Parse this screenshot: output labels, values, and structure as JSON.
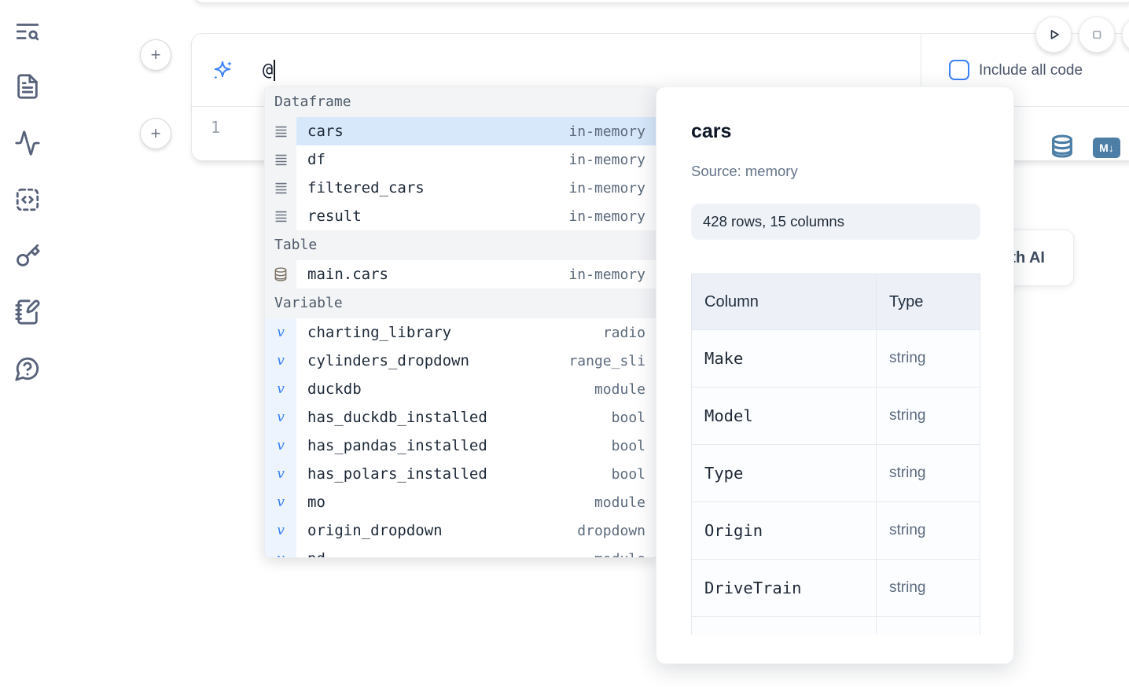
{
  "sidebar": {
    "icons": [
      "text-search-icon",
      "file-text-icon",
      "activity-icon",
      "code-snippets-icon",
      "key-icon",
      "notebook-pen-icon",
      "help-chat-icon"
    ]
  },
  "toolbar": {
    "add_cell_symbol": "+"
  },
  "run_controls": {
    "icons": [
      "play-icon",
      "stop-icon",
      "partial-circle-button"
    ]
  },
  "ai_panel": {
    "prompt_value": "@",
    "include_all_code_label": "Include all code",
    "sparkle_icon": "ai-sparkle-icon"
  },
  "cell": {
    "line_number": "1",
    "markdown_badge": "M↓",
    "icons": [
      "database-icon",
      "markdown-icon"
    ]
  },
  "autocomplete": {
    "sections": [
      {
        "label": "Dataframe",
        "icon": "dataframe-rows-icon",
        "items": [
          {
            "name": "cars",
            "type": "in-memory",
            "selected": true
          },
          {
            "name": "df",
            "type": "in-memory"
          },
          {
            "name": "filtered_cars",
            "type": "in-memory"
          },
          {
            "name": "result",
            "type": "in-memory"
          }
        ]
      },
      {
        "label": "Table",
        "icon": "database-icon",
        "items": [
          {
            "name": "main.cars",
            "type": "in-memory"
          }
        ]
      },
      {
        "label": "Variable",
        "icon": "variable-v-icon",
        "items": [
          {
            "name": "charting_library",
            "type": "radio"
          },
          {
            "name": "cylinders_dropdown",
            "type": "range_sli"
          },
          {
            "name": "duckdb",
            "type": "module"
          },
          {
            "name": "has_duckdb_installed",
            "type": "bool"
          },
          {
            "name": "has_pandas_installed",
            "type": "bool"
          },
          {
            "name": "has_polars_installed",
            "type": "bool"
          },
          {
            "name": "mo",
            "type": "module"
          },
          {
            "name": "origin_dropdown",
            "type": "dropdown"
          },
          {
            "name": "pd",
            "type": "module",
            "clipped": true
          }
        ]
      }
    ]
  },
  "preview_card": {
    "title": "cars",
    "source": "Source: memory",
    "shape_badge": "428 rows, 15 columns",
    "table": {
      "headers": [
        "Column",
        "Type"
      ],
      "rows": [
        {
          "column": "Make",
          "type": "string"
        },
        {
          "column": "Model",
          "type": "string"
        },
        {
          "column": "Type",
          "type": "string"
        },
        {
          "column": "Origin",
          "type": "string"
        },
        {
          "column": "DriveTrain",
          "type": "string"
        }
      ]
    }
  },
  "background_button": {
    "label": "with AI"
  },
  "colors": {
    "accent_blue": "#3b82f6",
    "steel_blue": "#4d7fa6",
    "selection_blue": "#d8e8fb",
    "icon_slate": "#57627a"
  }
}
